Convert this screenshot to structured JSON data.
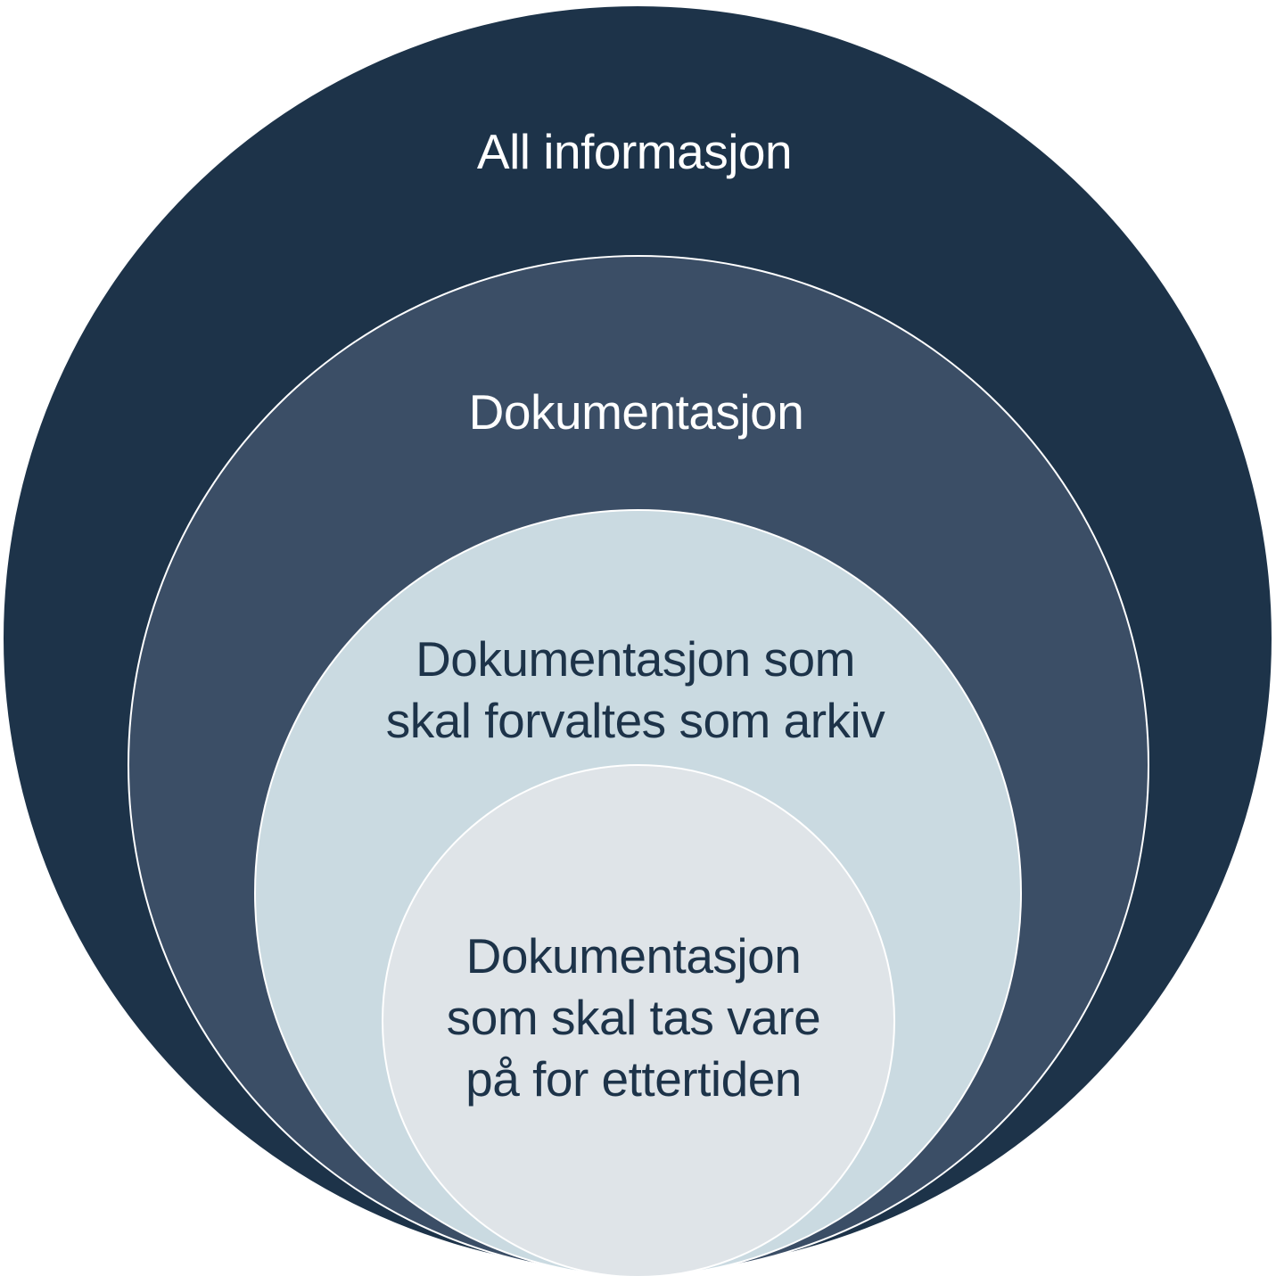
{
  "diagram": {
    "layers": [
      {
        "label": "All informasjon",
        "fill": "#1d3349",
        "text_color": "#ffffff"
      },
      {
        "label": "Dokumentasjon",
        "fill": "#3b4e66",
        "text_color": "#ffffff"
      },
      {
        "label": "Dokumentasjon som\nskal forvaltes som arkiv",
        "fill": "#cadae1",
        "text_color": "#1d3349"
      },
      {
        "label": "Dokumentasjon\nsom skal tas vare\npå for ettertiden",
        "fill": "#dfe4e8",
        "text_color": "#1d3349"
      }
    ],
    "outline_color": "#ffffff"
  }
}
